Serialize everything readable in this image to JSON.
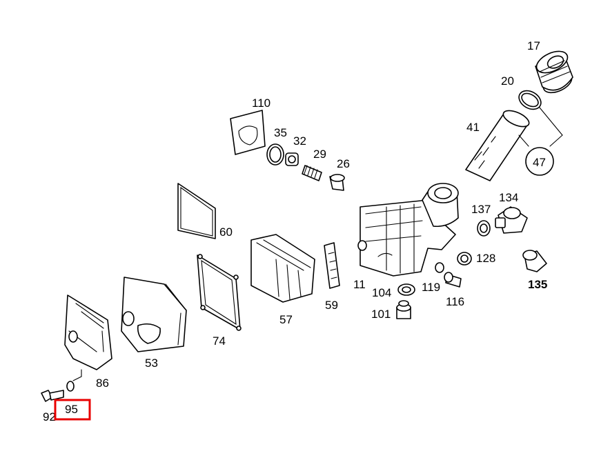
{
  "diagram": {
    "highlight_color": "#e80000",
    "highlighted_part": "95",
    "labels": {
      "p17": "17",
      "p20": "20",
      "p41": "41",
      "p47": "47",
      "p110": "110",
      "p35": "35",
      "p32": "32",
      "p29": "29",
      "p26": "26",
      "p134": "134",
      "p137": "137",
      "p60": "60",
      "p128": "128",
      "p135": "135",
      "p11": "11",
      "p104": "104",
      "p119": "119",
      "p116": "116",
      "p101": "101",
      "p59": "59",
      "p57": "57",
      "p74": "74",
      "p53": "53",
      "p86": "86",
      "p92": "92",
      "p95": "95"
    }
  }
}
